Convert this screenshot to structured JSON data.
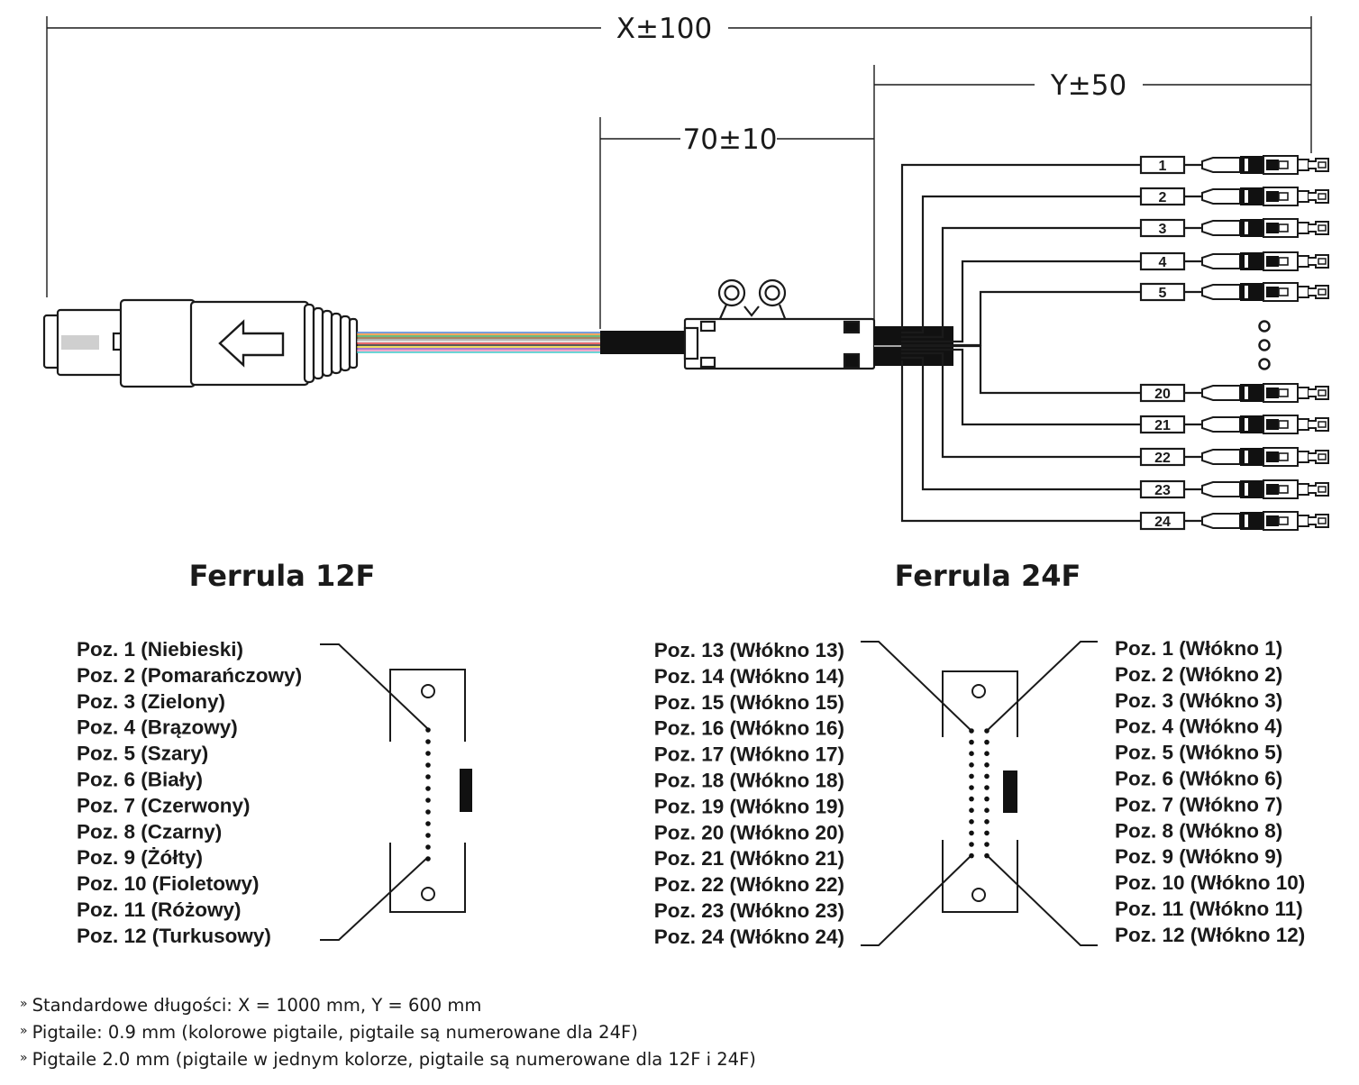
{
  "dimensions": {
    "overall": "X±100",
    "pigtail": "Y±50",
    "fanout": "70±10"
  },
  "pigtail_labels_top": [
    "1",
    "2",
    "3",
    "4",
    "5"
  ],
  "pigtail_labels_bottom": [
    "20",
    "21",
    "22",
    "23",
    "24"
  ],
  "ferrule_12f": {
    "title": "Ferrula 12F",
    "positions": [
      "Poz. 1 (Niebieski)",
      "Poz. 2 (Pomarańczowy)",
      "Poz. 3 (Zielony)",
      "Poz. 4 (Brązowy)",
      "Poz. 5 (Szary)",
      "Poz. 6 (Biały)",
      "Poz. 7 (Czerwony)",
      "Poz. 8 (Czarny)",
      "Poz. 9 (Żółty)",
      "Poz. 10 (Fioletowy)",
      "Poz. 11 (Różowy)",
      "Poz. 12 (Turkusowy)"
    ]
  },
  "ferrule_24f": {
    "title": "Ferrula 24F",
    "positions_left": [
      "Poz. 13 (Włókno 13)",
      "Poz. 14 (Włókno 14)",
      "Poz. 15 (Włókno 15)",
      "Poz. 16 (Włókno 16)",
      "Poz. 17 (Włókno 17)",
      "Poz. 18 (Włókno 18)",
      "Poz. 19 (Włókno 19)",
      "Poz. 20 (Włókno 20)",
      "Poz. 21 (Włókno 21)",
      "Poz. 22 (Włókno 22)",
      "Poz. 23 (Włókno 23)",
      "Poz. 24 (Włókno 24)"
    ],
    "positions_right": [
      "Poz. 1 (Włókno 1)",
      "Poz. 2 (Włókno 2)",
      "Poz. 3 (Włókno 3)",
      "Poz. 4 (Włókno 4)",
      "Poz. 5 (Włókno 5)",
      "Poz. 6 (Włókno 6)",
      "Poz. 7 (Włókno 7)",
      "Poz. 8 (Włókno 8)",
      "Poz. 9 (Włókno 9)",
      "Poz. 10 (Włókno 10)",
      "Poz. 11 (Włókno 11)",
      "Poz. 12 (Włókno 12)"
    ]
  },
  "notes": [
    "Standardowe długości: X = 1000 mm, Y = 600 mm",
    "Pigtaile: 0.9 mm (kolorowe pigtaile, pigtaile są numerowane dla 24F)",
    "Pigtaile 2.0 mm (pigtaile w jednym kolorze, pigtaile są numerowane dla 12F i 24F)"
  ],
  "note_marker": "»",
  "fiber_colors": [
    "#4a7fd0",
    "#f28c28",
    "#3aa655",
    "#8b5a2b",
    "#9a9a9a",
    "#d8d8d8",
    "#e03a3a",
    "#222222",
    "#e8d22a",
    "#8a4fc0",
    "#f28cb8",
    "#3cc8c8"
  ]
}
